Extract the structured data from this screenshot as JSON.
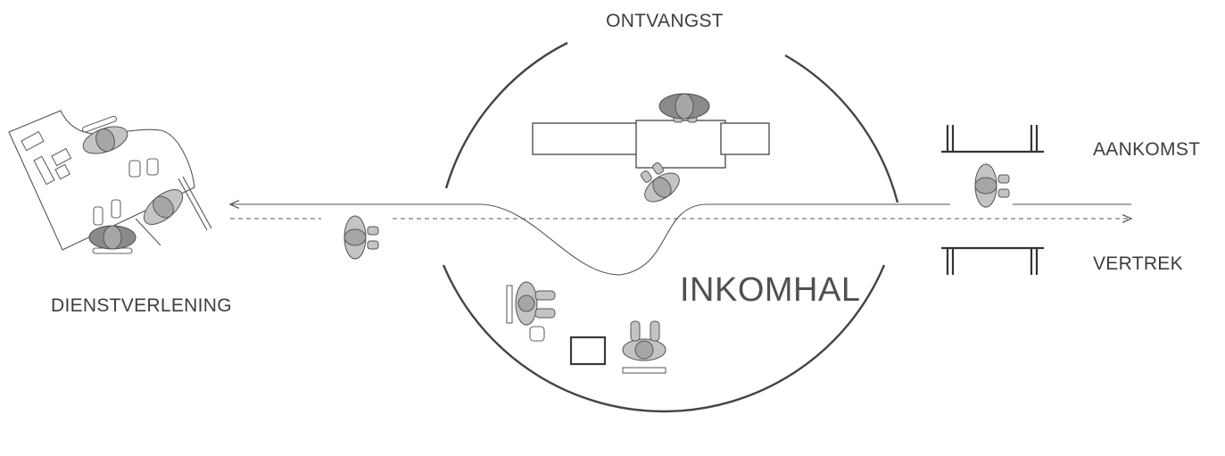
{
  "labels": {
    "reception": "ONTVANGST",
    "arrival": "AANKOMST",
    "departure": "VERTREK",
    "services": "DIENSTVERLENING",
    "entrance_hall": "INKOMHAL"
  },
  "colors": {
    "line": "#444444",
    "label_text": "#3d3d3d",
    "person_fill": "#c4c4c4",
    "person_head": "#a6a6a6",
    "background": "#ffffff"
  }
}
